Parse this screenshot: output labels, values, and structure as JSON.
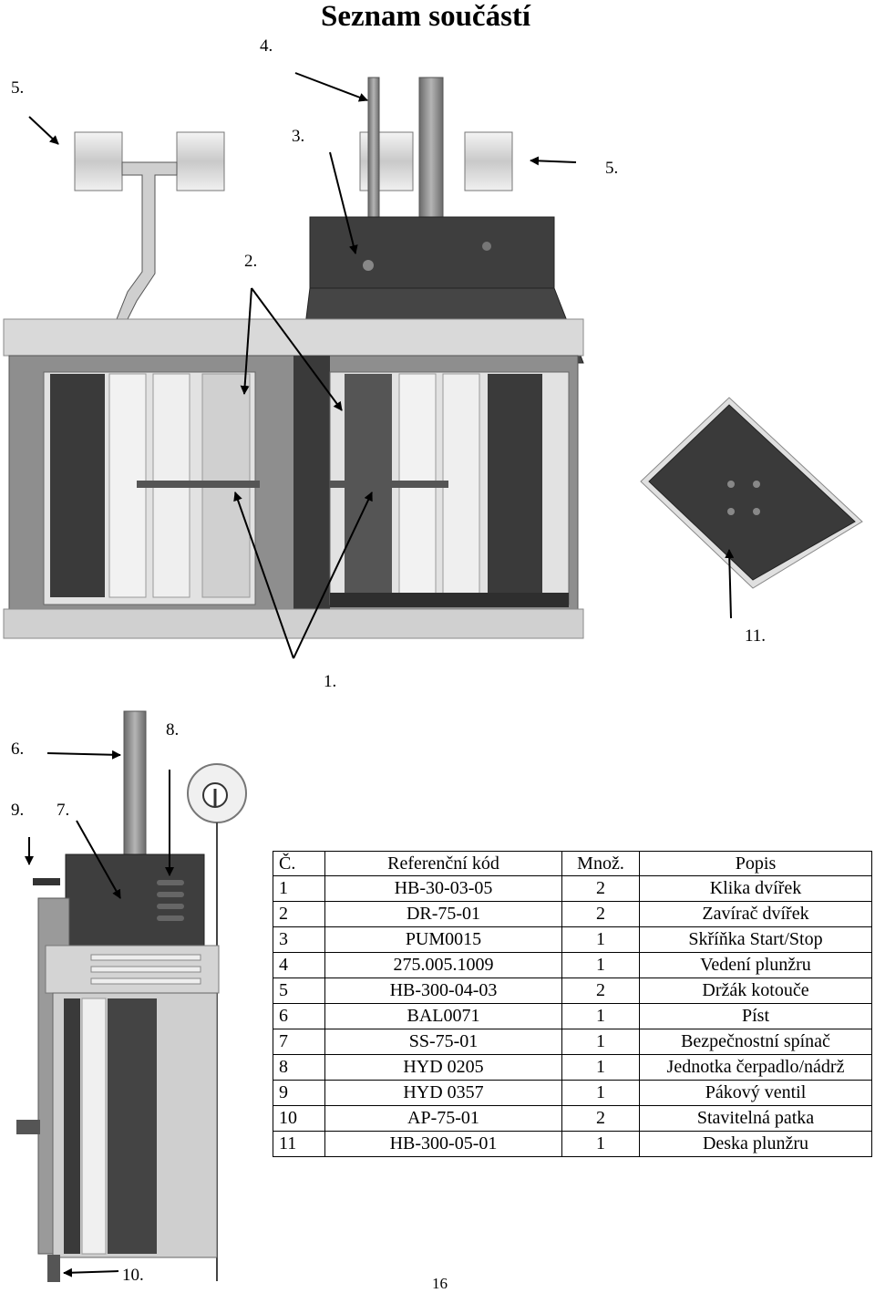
{
  "page": {
    "title": "Seznam součástí",
    "page_number": "16"
  },
  "callouts": {
    "c4": "4.",
    "c5_left": "5.",
    "c3": "3.",
    "c5_right": "5.",
    "c2": "2.",
    "c11": "11.",
    "c1": "1.",
    "c6": "6.",
    "c8": "8.",
    "c9": "9.",
    "c7": "7.",
    "c10": "10."
  },
  "parts_table": {
    "headers": [
      "Č.",
      "Referenční kód",
      "Množ.",
      "Popis"
    ],
    "rows": [
      [
        "1",
        "HB-30-03-05",
        "2",
        "Klika dvířek"
      ],
      [
        "2",
        "DR-75-01",
        "2",
        "Zavírač dvířek"
      ],
      [
        "3",
        "PUM0015",
        "1",
        "Skříňka Start/Stop"
      ],
      [
        "4",
        "275.005.1009",
        "1",
        "Vedení plunžru"
      ],
      [
        "5",
        "HB-300-04-03",
        "2",
        "Držák kotouče"
      ],
      [
        "6",
        "BAL0071",
        "1",
        "Píst"
      ],
      [
        "7",
        "SS-75-01",
        "1",
        "Bezpečnostní spínač"
      ],
      [
        "8",
        "HYD 0205",
        "1",
        "Jednotka čerpadlo/nádrž"
      ],
      [
        "9",
        "HYD 0357",
        "1",
        "Pákový ventil"
      ],
      [
        "10",
        "AP-75-01",
        "2",
        "Stavitelná patka"
      ],
      [
        "11",
        "HB-300-05-01",
        "1",
        "Deska plunžru"
      ]
    ]
  },
  "colors": {
    "dark_steel": "#3a3a3a",
    "mid_gray": "#7a7a7a",
    "light_gray": "#d8d8d8",
    "frame": "#bfbfbf"
  }
}
